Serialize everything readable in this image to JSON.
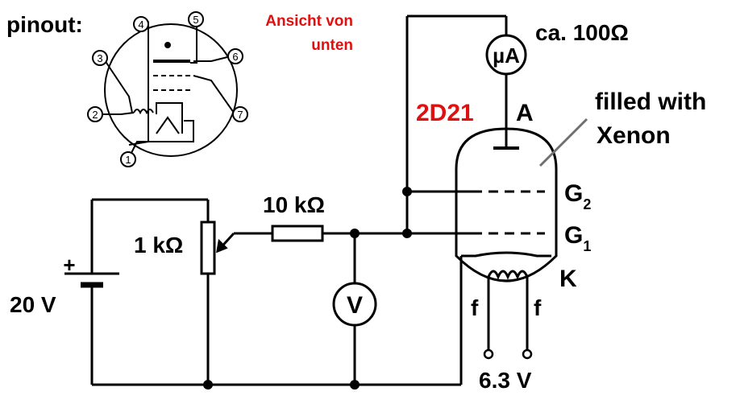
{
  "pinout": {
    "title": "pinout:",
    "view_note_line1": "Ansicht von",
    "view_note_line2": "unten",
    "pins": [
      "1",
      "2",
      "3",
      "4",
      "5",
      "6",
      "7"
    ]
  },
  "circuit": {
    "tube_type": "2D21",
    "anode": "A",
    "grid2": "G",
    "grid2_sub": "2",
    "grid1": "G",
    "grid1_sub": "1",
    "cathode": "K",
    "filament_left": "f",
    "filament_right": "f",
    "heater_voltage": "6.3 V",
    "gas_note_line1": "filled with",
    "gas_note_line2": "Xenon",
    "ammeter": "µA",
    "ammeter_resistance": "ca. 100Ω",
    "voltmeter": "V",
    "battery_voltage": "20 V",
    "battery_plus": "+",
    "potentiometer": "1 kΩ",
    "resistor": "10 kΩ"
  },
  "colors": {
    "ink": "#000000",
    "accent": "#e01010",
    "pointer": "#707070"
  }
}
